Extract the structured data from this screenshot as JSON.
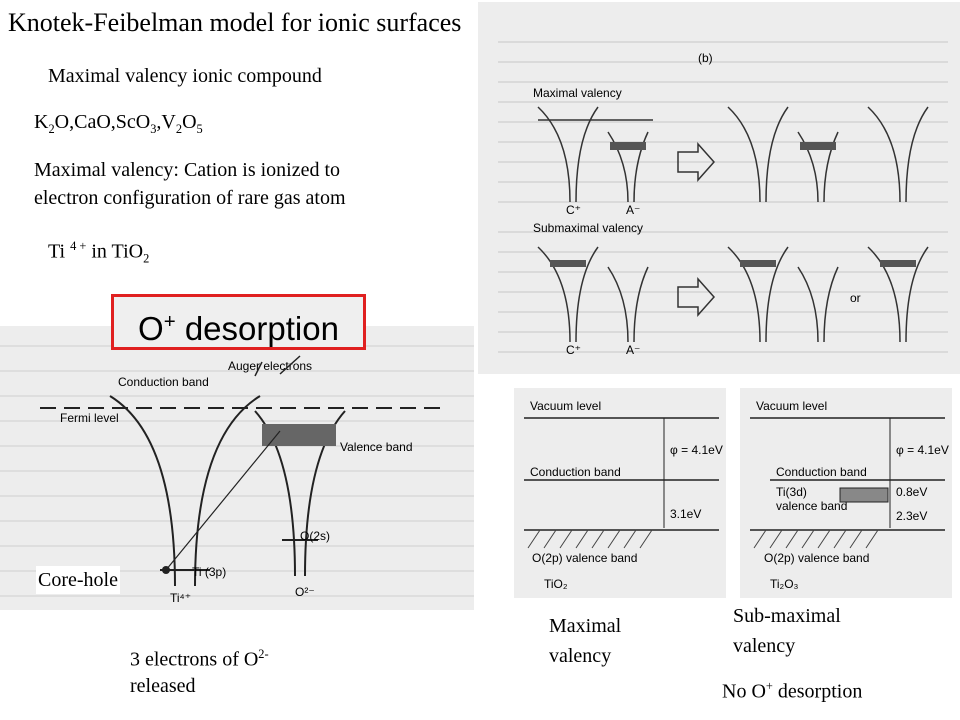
{
  "title": "Knotek-Feibelman model for ionic surfaces",
  "left": {
    "line1": "Maximal valency ionic compound",
    "compounds": {
      "k": "K",
      "k_sub": "2",
      "o_ca": "O,CaO,ScO",
      "sc_sub": "3",
      "v_pre": ",V",
      "v_sub": "2",
      "o": "O",
      "o_sub": "5"
    },
    "line3a": "Maximal valency: Cation is ionized to",
    "line3b": "electron configuration of rare gas atom",
    "ti": {
      "pre": "Ti ",
      "sup": "4 +",
      "mid": " in TiO",
      "sub": "2"
    }
  },
  "desorption_box": {
    "pre": "O",
    "sup": "+",
    "post": " desorption"
  },
  "core_hole": "Core-hole",
  "electrons": {
    "line1": "3 electrons of O",
    "sup": "2-",
    "line2": "released"
  },
  "top_figure": {
    "label_b": "(b)",
    "maximal_valency": "Maximal valency",
    "submaximal_valency": "Submaximal valency",
    "c_plus": "C⁺",
    "a_minus": "A⁻",
    "or": "or"
  },
  "left_figure": {
    "auger": "Auger electrons",
    "conduction": "Conduction band",
    "fermi": "Fermi level",
    "valence": "Valence band",
    "o2s": "O(2s)",
    "ti3p": "Ti (3p)",
    "ti4": "Ti⁴⁺",
    "o2minus": "O²⁻"
  },
  "band_left": {
    "vacuum": "Vacuum level",
    "phi": "φ = 4.1eV",
    "conduction": "Conduction band",
    "gap": "3.1eV",
    "valence": "O(2p) valence band",
    "compound": "TiO₂"
  },
  "band_right": {
    "vacuum": "Vacuum level",
    "phi": "φ = 4.1eV",
    "conduction": "Conduction band",
    "ti3d": "Ti(3d)",
    "ti3d_b": "valence band",
    "gap1": "0.8eV",
    "gap2": "2.3eV",
    "valence": "O(2p) valence band",
    "compound": "Ti₂O₃"
  },
  "captions": {
    "maximal1": "Maximal",
    "maximal2": "valency",
    "sub1": "Sub-maximal",
    "sub2": "valency",
    "no_pre": "No O",
    "no_sup": "+",
    "no_post": " desorption"
  }
}
